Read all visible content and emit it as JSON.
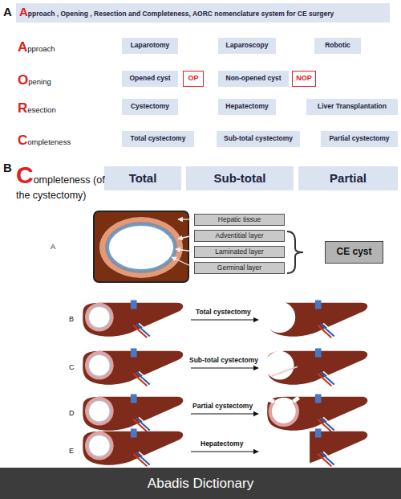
{
  "diagram": {
    "title": "Approach , Opening , Resection and Completeness, AORC nomenclature system for CE surgery",
    "nodes": [
      {
        "text": [
          "Laparotomy"
        ]
      },
      {
        "text": [
          "Laparoscopy"
        ]
      },
      {
        "text": [
          "Robotic"
        ]
      },
      {
        "text": [
          "Opened cyst"
        ]
      },
      {
        "text": [
          "OP"
        ]
      },
      {
        "text": [
          "Non-opened cyst"
        ]
      },
      {
        "text": [
          "NOP"
        ]
      },
      {
        "text": [
          "Cystectomy"
        ]
      },
      {
        "text": [
          "Hepatectomy"
        ]
      },
      {
        "text": [
          "Liver Transplantation"
        ]
      },
      {
        "text": [
          "Total cystectomy"
        ]
      },
      {
        "text": [
          "Sub-total cystectomy"
        ]
      },
      {
        "text": [
          "Partial cystectomy"
        ]
      },
      {
        "text": [
          "Total"
        ]
      },
      {
        "text": [
          "Sub-total"
        ]
      },
      {
        "text": [
          "Partial"
        ]
      },
      {
        "text": [
          "Hepatic tissue"
        ]
      },
      {
        "text": [
          "Adventitial layer"
        ]
      },
      {
        "text": [
          "Laminated layer"
        ]
      },
      {
        "text": [
          "Germinal layer"
        ]
      },
      {
        "text": [
          "CE cyst"
        ]
      }
    ],
    "labels": [
      "A",
      "Approach",
      "Opening",
      "Resection",
      "Completeness",
      "B",
      "Completeness (of the cystectomy)",
      "A",
      "B",
      "C",
      "D",
      "E",
      "Total cystectomy",
      "Sub-total cystectomy",
      "Partial cystectomy",
      "Hepatectomy",
      "Abadis Dictionary"
    ]
  }
}
